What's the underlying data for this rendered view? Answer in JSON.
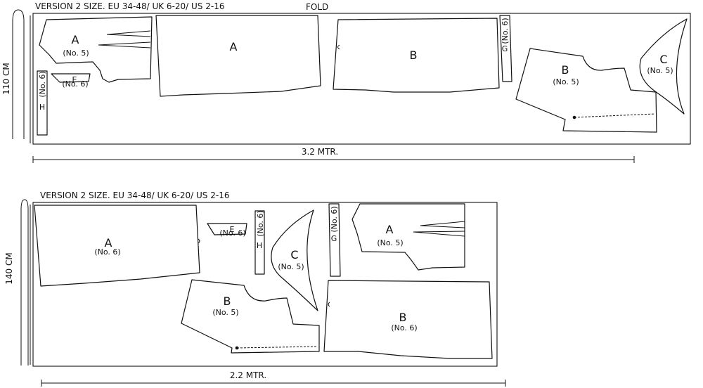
{
  "layout_top": {
    "header": "VERSION 2 SIZE. EU 34-48/ UK 6-20/ US 2-16",
    "fold_label": "FOLD",
    "width_label": "3.2 MTR.",
    "height_label": "110 CM",
    "pieces": {
      "a_front": {
        "letter": "A",
        "size": "(No. 5)"
      },
      "a_main": {
        "letter": "A"
      },
      "b_main": {
        "letter": "B"
      },
      "b_side": {
        "letter": "B",
        "size": "(No. 5)"
      },
      "c": {
        "letter": "C",
        "size": "(No. 5)"
      },
      "e": {
        "letter": "E",
        "size": "(No. 6)"
      },
      "g": {
        "letter": "G",
        "size": "(No. 6)"
      },
      "h": {
        "letter": "H",
        "size": "(No. 6)"
      }
    }
  },
  "layout_bottom": {
    "header": "VERSION 2 SIZE. EU 34-48/ UK 6-20/ US 2-16",
    "width_label": "2.2 MTR.",
    "height_label": "140 CM",
    "pieces": {
      "a_main": {
        "letter": "A",
        "size": "(No. 6)"
      },
      "e": {
        "letter": "E",
        "size": "(No. 6)"
      },
      "h": {
        "letter": "H",
        "size": "(No. 6)"
      },
      "c": {
        "letter": "C",
        "size": "(No. 5)"
      },
      "g": {
        "letter": "G",
        "size": "(No. 6)"
      },
      "a_front": {
        "letter": "A",
        "size": "(No. 5)"
      },
      "b_side": {
        "letter": "B",
        "size": "(No. 5)"
      },
      "b_main": {
        "letter": "B",
        "size": "(No. 6)"
      }
    }
  }
}
